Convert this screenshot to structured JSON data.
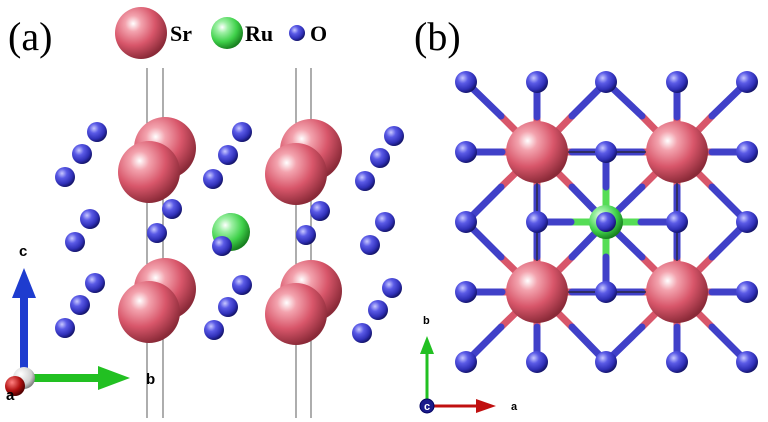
{
  "panel_a": {
    "label": "(a)"
  },
  "panel_b": {
    "label": "(b)"
  },
  "legend": [
    {
      "element": "Sr",
      "color": "#d8566a"
    },
    {
      "element": "Ru",
      "color": "#3fd14a"
    },
    {
      "element": "O",
      "color": "#3838c8"
    }
  ],
  "axes_a": {
    "c": "c",
    "b": "b",
    "a": "a"
  },
  "axes_b": {
    "b": "b",
    "a": "a",
    "c": "c"
  },
  "colors": {
    "sr": "#d8566a",
    "ru": "#3fd14a",
    "o": "#3838c8",
    "bond_pink": "#d8566a",
    "bond_blue": "#4040c8",
    "bond_green": "#55dd55",
    "axis_c": "#1e3ccf",
    "axis_b": "#22c022",
    "axis_a": "#b01010"
  }
}
